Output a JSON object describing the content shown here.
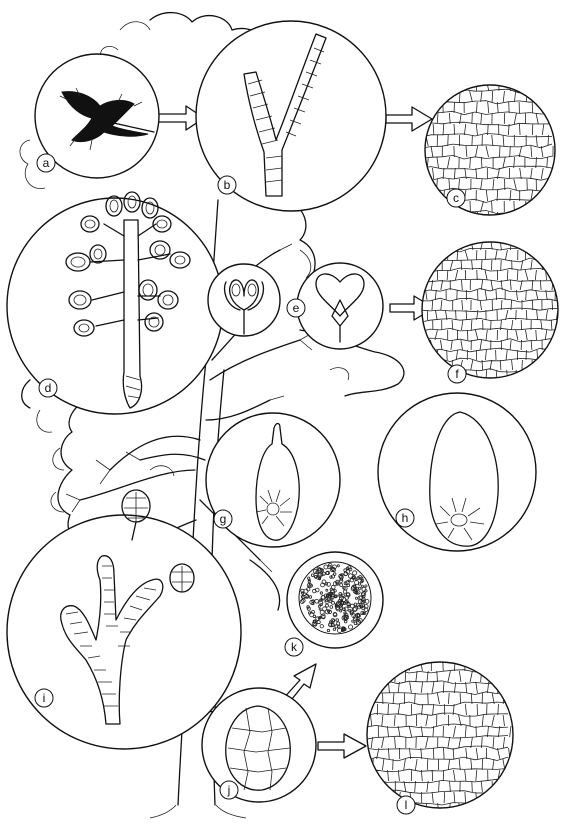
{
  "panels": [
    {
      "key": "a",
      "label": "a"
    },
    {
      "key": "b",
      "label": "b"
    },
    {
      "key": "c",
      "label": "c"
    },
    {
      "key": "d",
      "label": "d"
    },
    {
      "key": "e",
      "label": "e"
    },
    {
      "key": "f",
      "label": "f"
    },
    {
      "key": "g",
      "label": "g"
    },
    {
      "key": "h",
      "label": "h"
    },
    {
      "key": "i",
      "label": "i"
    },
    {
      "key": "j",
      "label": "j"
    },
    {
      "key": "k",
      "label": "k"
    },
    {
      "key": "l",
      "label": "l"
    }
  ]
}
